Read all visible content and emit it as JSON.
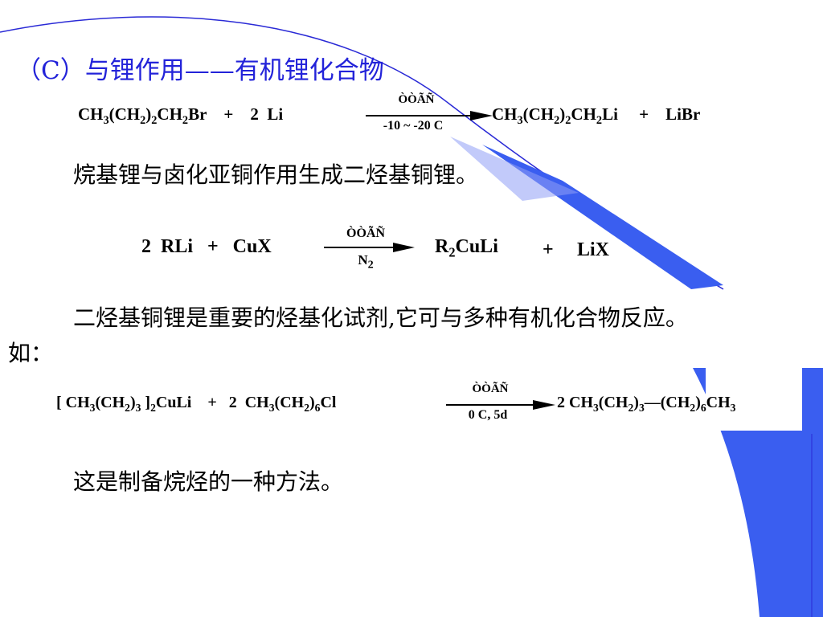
{
  "title": "（C）与锂作用——有机锂化合物",
  "reaction1": {
    "left": [
      {
        "t": "CH"
      },
      {
        "t": "3",
        "s": "sub"
      },
      {
        "t": "(CH"
      },
      {
        "t": "2",
        "s": "sub"
      },
      {
        "t": ")"
      },
      {
        "t": "2",
        "s": "sub"
      },
      {
        "t": "CH"
      },
      {
        "t": "2",
        "s": "sub"
      },
      {
        "t": "Br"
      },
      {
        "t": "    +    2  Li"
      }
    ],
    "above": "ÒÒÃÑ",
    "below": "-10 ~ -20 C",
    "right": [
      {
        "t": "CH"
      },
      {
        "t": "3",
        "s": "sub"
      },
      {
        "t": "(CH"
      },
      {
        "t": "2",
        "s": "sub"
      },
      {
        "t": ")"
      },
      {
        "t": "2",
        "s": "sub"
      },
      {
        "t": "CH"
      },
      {
        "t": "2",
        "s": "sub"
      },
      {
        "t": "Li"
      },
      {
        "t": "     +    LiBr"
      }
    ]
  },
  "para1": "烷基锂与卤化亚铜作用生成二烃基铜锂。",
  "reaction2": {
    "left": [
      {
        "t": "2  RLi   +   CuX"
      }
    ],
    "above": "ÒÒÃÑ",
    "below": [
      {
        "t": "N"
      },
      {
        "t": "2",
        "s": "sub"
      }
    ],
    "right": [
      {
        "t": "R"
      },
      {
        "t": "2",
        "s": "sub"
      },
      {
        "t": "CuLi"
      }
    ],
    "plus": "+",
    "tail": "LiX"
  },
  "para2_line1": "二烃基铜锂是重要的烃基化试剂,它可与多种有机化合物反应。",
  "para2_line2": "如：",
  "reaction3": {
    "left": [
      {
        "t": "[ CH"
      },
      {
        "t": "3",
        "s": "sub"
      },
      {
        "t": "(CH"
      },
      {
        "t": "2",
        "s": "sub"
      },
      {
        "t": ")"
      },
      {
        "t": "3",
        "s": "sub"
      },
      {
        "t": " ]"
      },
      {
        "t": "2",
        "s": "sub"
      },
      {
        "t": "CuLi    +   2  CH"
      },
      {
        "t": "3",
        "s": "sub"
      },
      {
        "t": "(CH"
      },
      {
        "t": "2",
        "s": "sub"
      },
      {
        "t": ")"
      },
      {
        "t": "6",
        "s": "sub"
      },
      {
        "t": "Cl"
      }
    ],
    "above": "ÒÒÃÑ",
    "below": "0 C, 5d",
    "right": [
      {
        "t": "2 CH"
      },
      {
        "t": "3",
        "s": "sub"
      },
      {
        "t": "(CH"
      },
      {
        "t": "2",
        "s": "sub"
      },
      {
        "t": ")"
      },
      {
        "t": "3",
        "s": "sub"
      },
      {
        "t": "—(CH"
      },
      {
        "t": "2",
        "s": "sub"
      },
      {
        "t": ")"
      },
      {
        "t": "6",
        "s": "sub"
      },
      {
        "t": "CH"
      },
      {
        "t": "3",
        "s": "sub"
      }
    ]
  },
  "para3": "这是制备烷烃的一种方法。",
  "colors": {
    "title": "#2323d9",
    "accent_blue": "#3a5ef0",
    "line_blue": "#2a2ad6"
  }
}
